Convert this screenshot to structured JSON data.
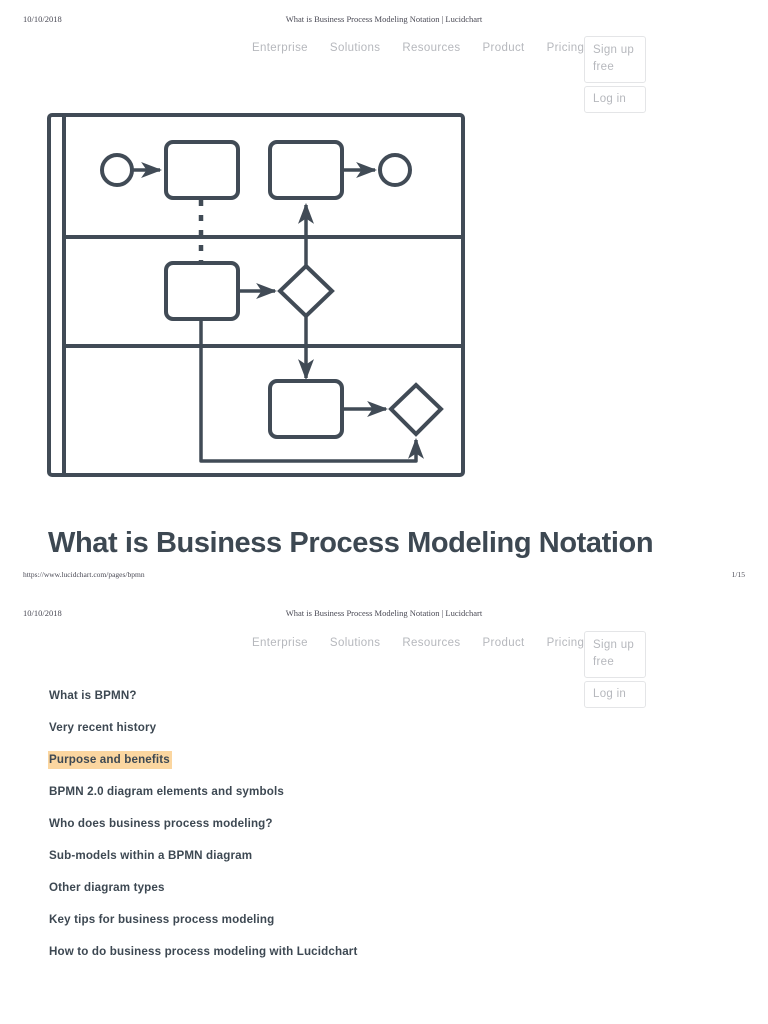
{
  "document": {
    "print_date": "10/10/2018",
    "print_title": "What is Business Process Modeling Notation | Lucidchart",
    "source_url": "https://www.lucidchart.com/pages/bpmn",
    "page_1_number": "1/15"
  },
  "nav": {
    "links": [
      {
        "label": "Enterprise"
      },
      {
        "label": "Solutions"
      },
      {
        "label": "Resources"
      },
      {
        "label": "Product"
      },
      {
        "label": "Pricing"
      }
    ],
    "signup_label": "Sign up free",
    "login_label": "Log in"
  },
  "hero": {
    "title": "What is Business Process Modeling Notation",
    "diagram": {
      "type": "bpmn-pool-swimlanes",
      "lanes": 3,
      "stroke_color": "#414b56",
      "shapes": [
        {
          "kind": "start-event",
          "shape": "circle",
          "lane": 1
        },
        {
          "kind": "task",
          "shape": "rounded-rectangle",
          "lane": 1
        },
        {
          "kind": "task",
          "shape": "rounded-rectangle",
          "lane": 1
        },
        {
          "kind": "end-event",
          "shape": "circle",
          "lane": 1
        },
        {
          "kind": "task",
          "shape": "rounded-rectangle",
          "lane": 2
        },
        {
          "kind": "gateway",
          "shape": "diamond",
          "lane": 2
        },
        {
          "kind": "task",
          "shape": "rounded-rectangle",
          "lane": 3
        },
        {
          "kind": "gateway",
          "shape": "diamond",
          "lane": 3
        }
      ],
      "connectors": [
        {
          "from": "start-event",
          "to": "task-1",
          "style": "solid-arrow"
        },
        {
          "from": "task-1",
          "to": "task-4",
          "style": "dashed-message-flow"
        },
        {
          "from": "task-2",
          "to": "end-event",
          "style": "solid-arrow"
        },
        {
          "from": "gateway-1",
          "to": "task-2",
          "style": "solid-arrow-up"
        },
        {
          "from": "task-4",
          "to": "gateway-1",
          "style": "solid-arrow"
        },
        {
          "from": "gateway-1",
          "to": "task-3",
          "style": "solid-arrow-down"
        },
        {
          "from": "task-3",
          "to": "gateway-2",
          "style": "solid-arrow"
        },
        {
          "from": "task-4",
          "to": "gateway-2",
          "style": "solid-arrow-loop"
        }
      ]
    }
  },
  "toc": {
    "ghost_line": "",
    "items": [
      {
        "label": "What is BPMN?",
        "highlighted": false
      },
      {
        "label": "Very recent history",
        "highlighted": false
      },
      {
        "label": "Purpose and benefits",
        "highlighted": true
      },
      {
        "label": "BPMN 2.0 diagram elements and symbols",
        "highlighted": false
      },
      {
        "label": "Who does business process modeling?",
        "highlighted": false
      },
      {
        "label": "Sub-models within a BPMN diagram",
        "highlighted": false
      },
      {
        "label": "Other diagram types",
        "highlighted": false
      },
      {
        "label": "Key tips for business process modeling",
        "highlighted": false
      },
      {
        "label": "How to do business process modeling with Lucidchart",
        "highlighted": false
      }
    ]
  },
  "colors": {
    "diagram_stroke": "#414b56",
    "text_primary": "#3d4852",
    "nav_muted": "#b6b8bd",
    "highlight": "#fbd6a0",
    "border_light": "#e4e5e7"
  }
}
